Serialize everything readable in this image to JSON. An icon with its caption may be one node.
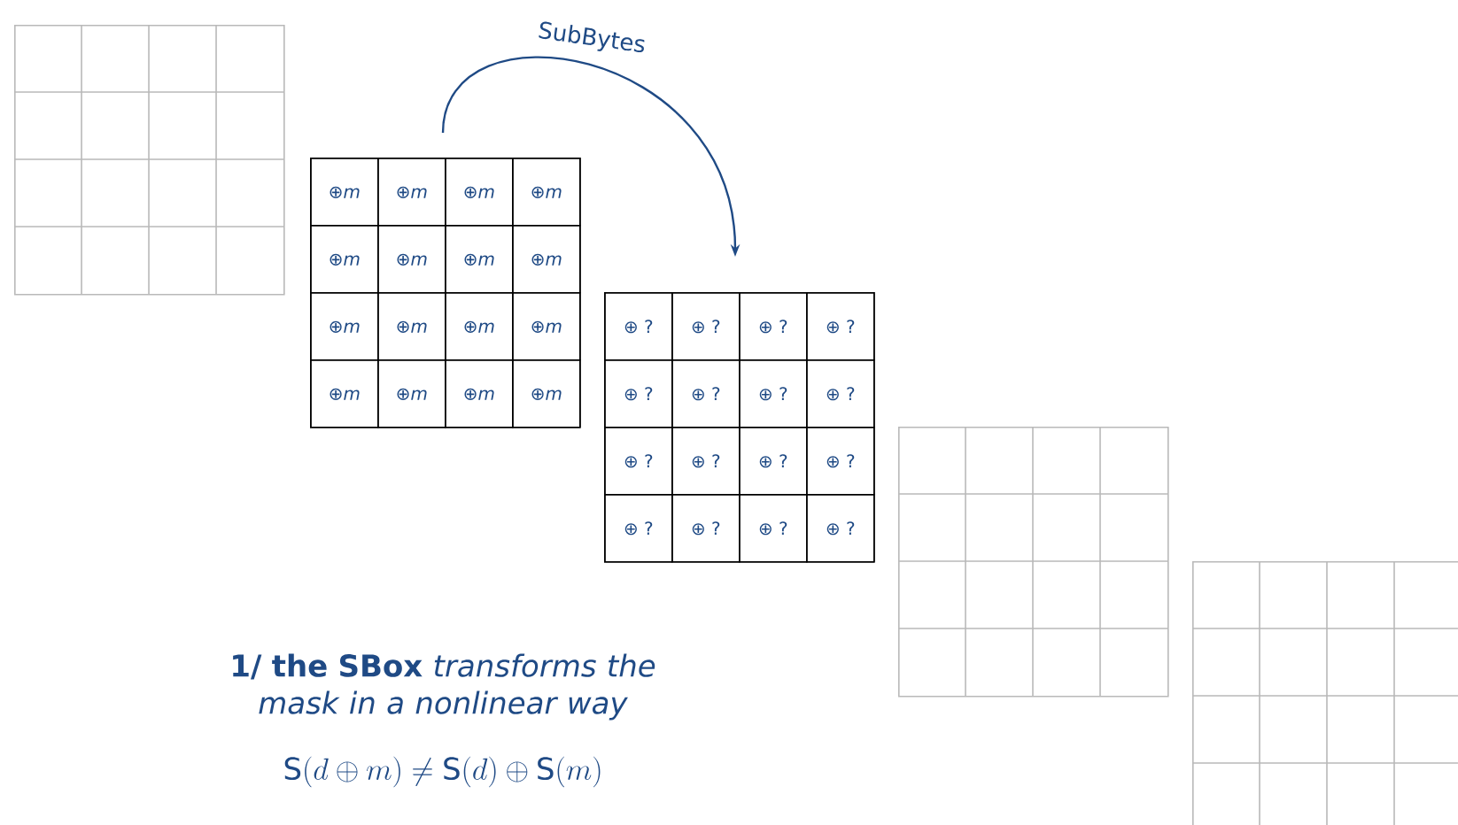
{
  "diagram": {
    "nodes": [
      {
        "text": [],
        "shape": "box"
      },
      {
        "text": [],
        "shape": "box"
      },
      {
        "text": [
          "⊕*m*"
        ],
        "in": 1
      },
      {
        "text": [
          "⊕*m*"
        ],
        "in": 1
      },
      {
        "text": [
          "⊕*m*"
        ],
        "in": 1
      },
      {
        "text": [
          "⊕*m*"
        ],
        "in": 1
      },
      {
        "text": [
          "⊕*m*"
        ],
        "in": 1
      },
      {
        "text": [
          "⊕*m*"
        ],
        "in": 1
      },
      {
        "text": [
          "⊕*m*"
        ],
        "in": 1
      },
      {
        "text": [
          "⊕*m*"
        ],
        "in": 1
      },
      {
        "text": [
          "⊕*m*"
        ],
        "in": 1
      },
      {
        "text": [
          "⊕*m*"
        ],
        "in": 1
      },
      {
        "text": [
          "⊕*m*"
        ],
        "in": 1
      },
      {
        "text": [
          "⊕*m*"
        ],
        "in": 1
      },
      {
        "text": [
          "⊕*m*"
        ],
        "in": 1
      },
      {
        "text": [
          "⊕*m*"
        ],
        "in": 1
      },
      {
        "text": [
          "⊕*m*"
        ],
        "in": 1
      },
      {
        "text": [
          "⊕*m*"
        ],
        "in": 1
      },
      {
        "text": [],
        "shape": "box"
      },
      {
        "text": [
          "⊕ ?"
        ],
        "in": 18
      },
      {
        "text": [
          "⊕ ?"
        ],
        "in": 18
      },
      {
        "text": [
          "⊕ ?"
        ],
        "in": 18
      },
      {
        "text": [
          "⊕ ?"
        ],
        "in": 18
      },
      {
        "text": [
          "⊕ ?"
        ],
        "in": 18
      },
      {
        "text": [
          "⊕ ?"
        ],
        "in": 18
      },
      {
        "text": [
          "⊕ ?"
        ],
        "in": 18
      },
      {
        "text": [
          "⊕ ?"
        ],
        "in": 18
      },
      {
        "text": [
          "⊕ ?"
        ],
        "in": 18
      },
      {
        "text": [
          "⊕ ?"
        ],
        "in": 18
      },
      {
        "text": [
          "⊕ ?"
        ],
        "in": 18
      },
      {
        "text": [
          "⊕ ?"
        ],
        "in": 18
      },
      {
        "text": [
          "⊕ ?"
        ],
        "in": 18
      },
      {
        "text": [
          "⊕ ?"
        ],
        "in": 18
      },
      {
        "text": [
          "⊕ ?"
        ],
        "in": 18
      },
      {
        "text": [
          "⊕ ?"
        ],
        "in": 18
      },
      {
        "text": [],
        "shape": "box"
      },
      {
        "text": [],
        "shape": "box"
      }
    ],
    "edges": [
      {
        "from": 1,
        "to": 18,
        "arrow": "to",
        "label": "SubBytes"
      }
    ],
    "labels": [
      "**1/ the SBox** *transforms the mask in a nonlinear way*",
      "\\mathrm{S}(d \\oplus m) \\neq \\mathrm{S}(d) \\oplus \\mathrm{S}(m)"
    ]
  }
}
